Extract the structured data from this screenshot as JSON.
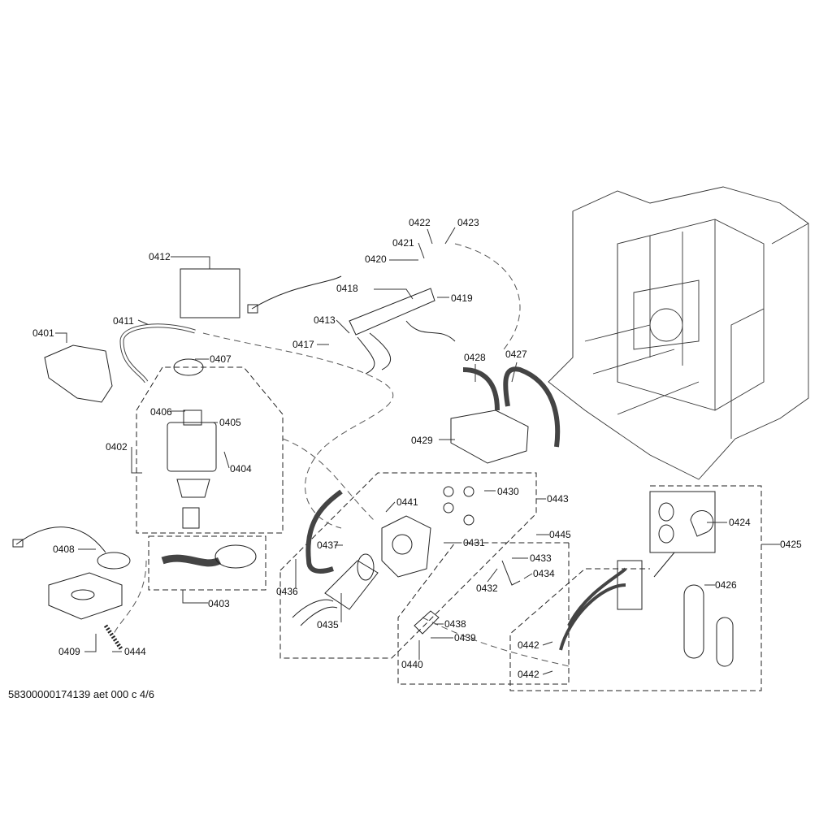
{
  "diagram": {
    "labels": [
      "0412",
      "0422",
      "0423",
      "0421",
      "0420",
      "0418",
      "0419",
      "0413",
      "0417",
      "0401",
      "0411",
      "0407",
      "0406",
      "0405",
      "0402",
      "0404",
      "0428",
      "0427",
      "0429",
      "0430",
      "0441",
      "0443",
      "0424",
      "0425",
      "0445",
      "0431",
      "0437",
      "0433",
      "0434",
      "0432",
      "0436",
      "0426",
      "0408",
      "0403",
      "0435",
      "0438",
      "0439",
      "0442",
      "0442",
      "0409",
      "0444",
      "0440"
    ],
    "footer": "58300000174139 aet 000 c 4/6"
  }
}
